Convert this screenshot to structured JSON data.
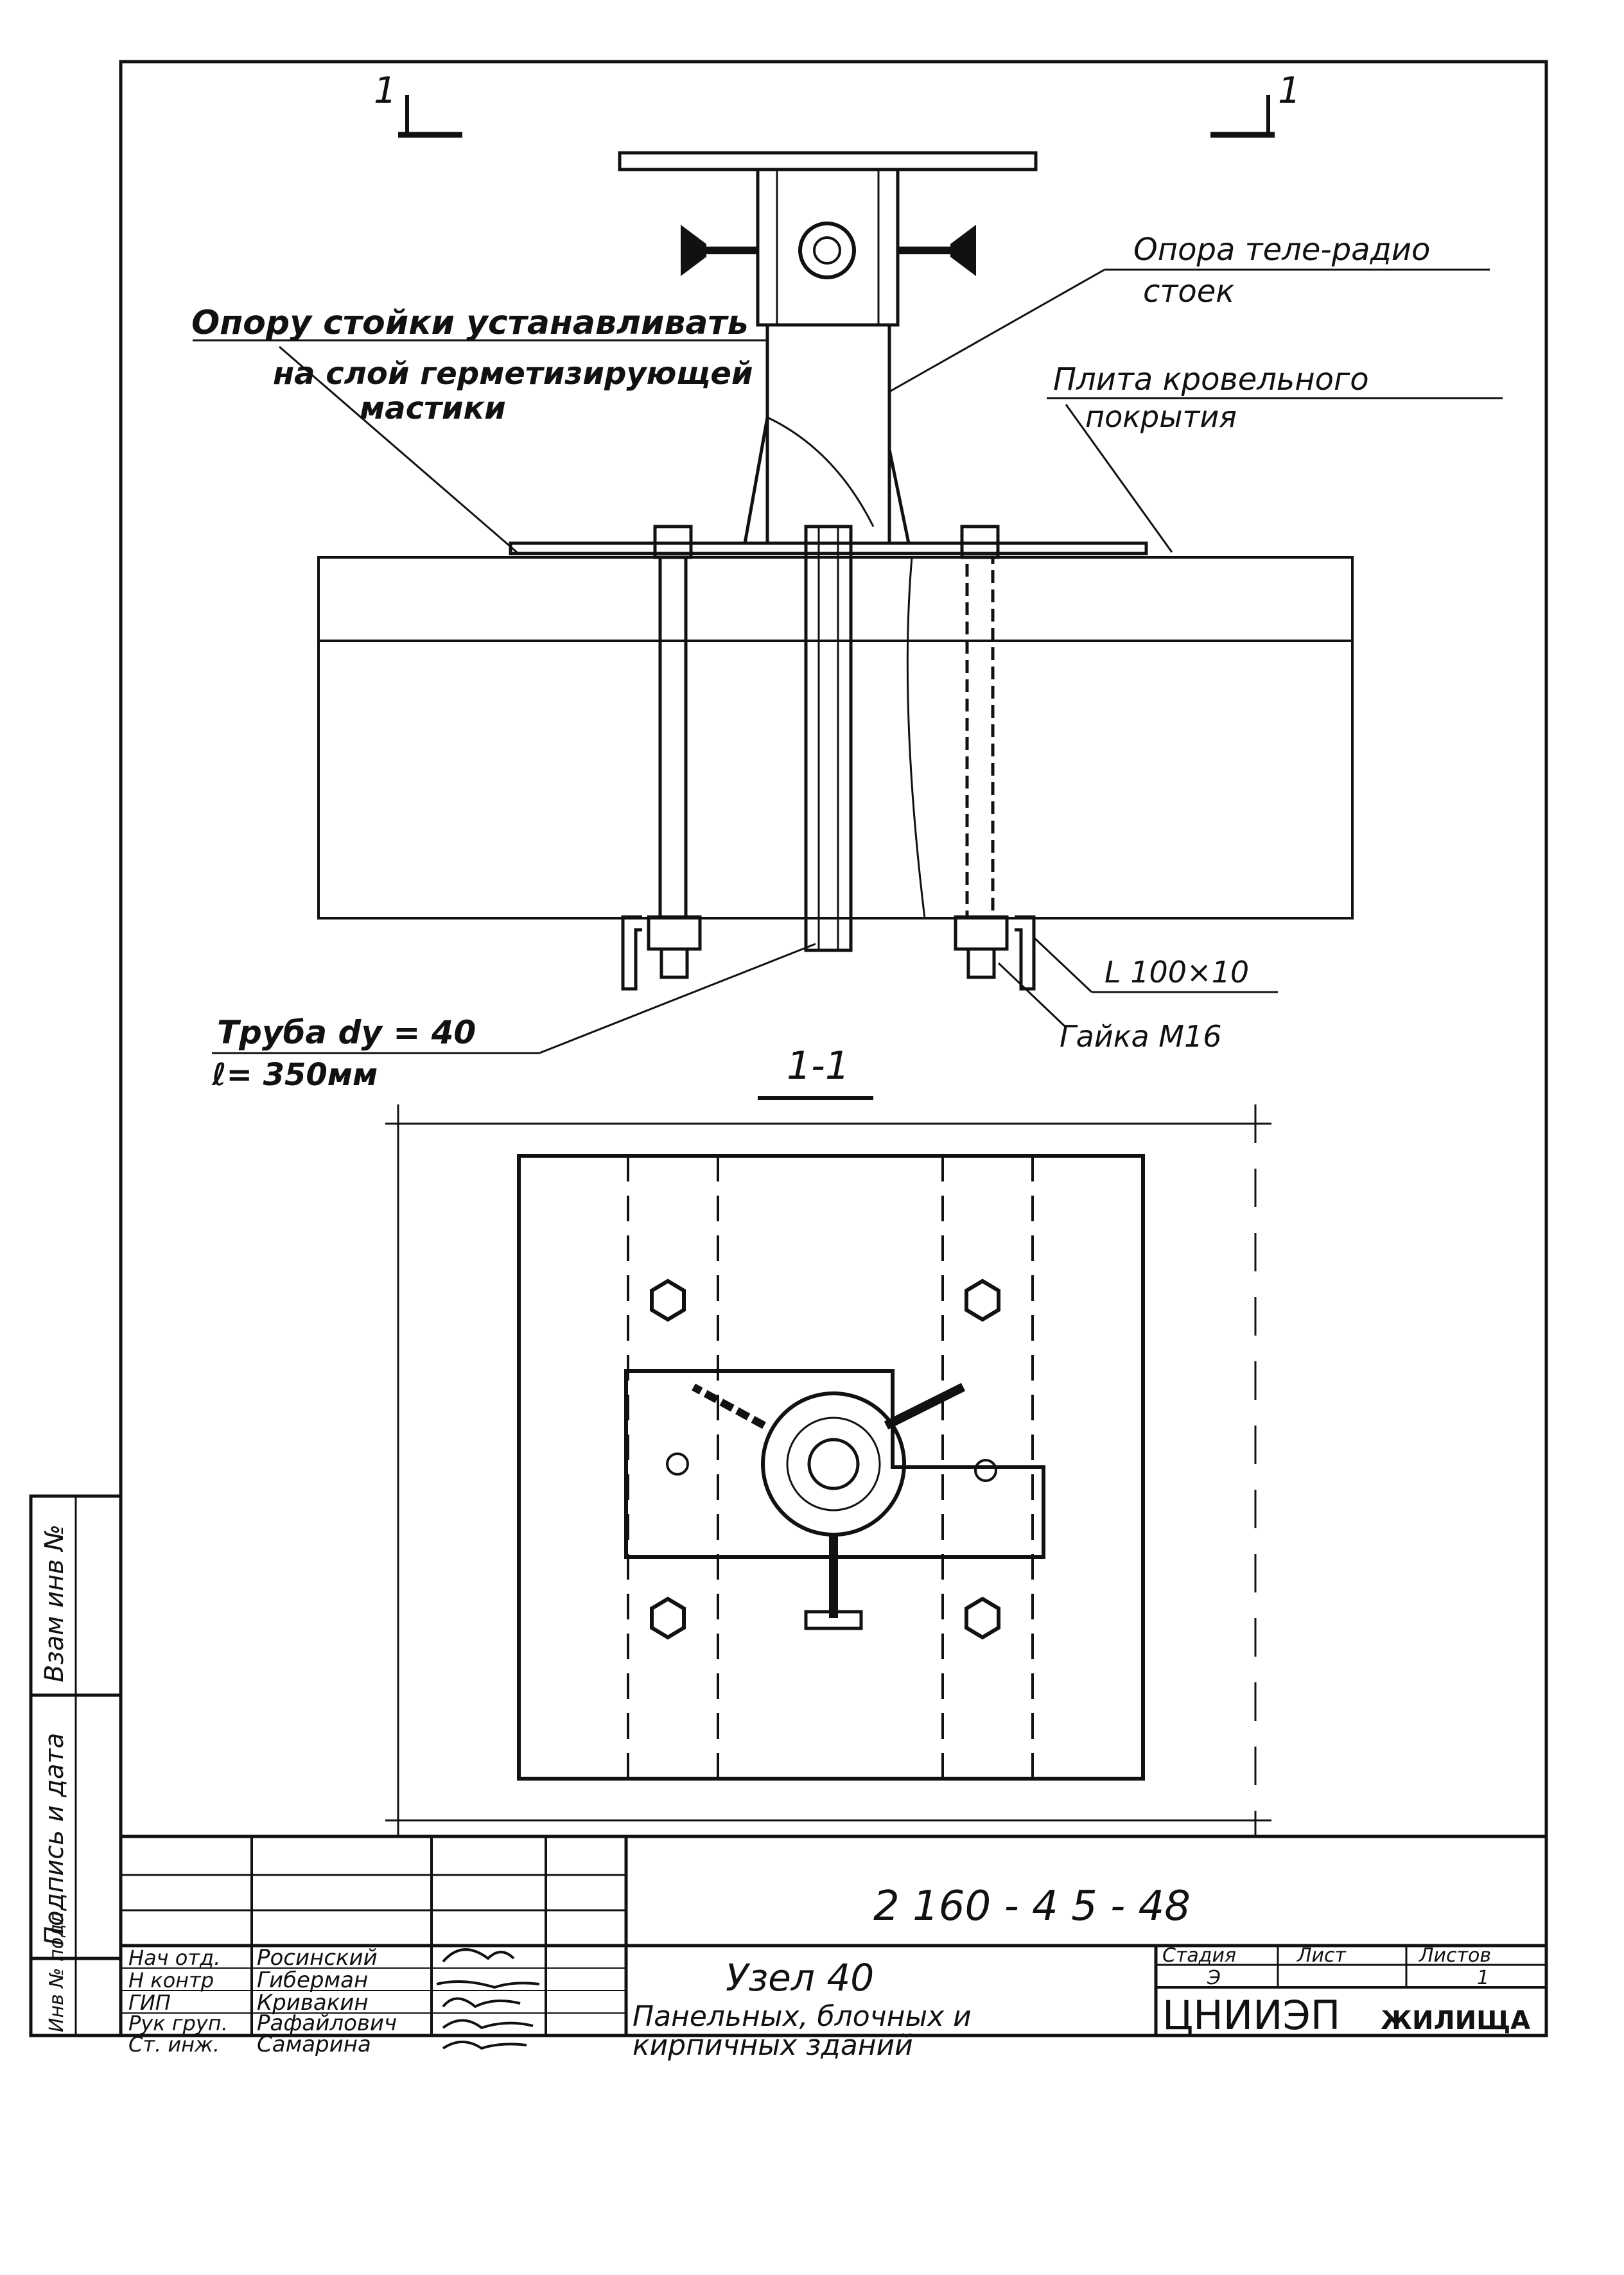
{
  "drawing": {
    "section_marks": [
      "1",
      "1"
    ],
    "labels": {
      "support_tv_radio_line1": "Опора теле-радио",
      "support_tv_radio_line2": "стоек",
      "install_note_line1": "Опору стойки устанавливать",
      "install_note_line2": "на слой герметизирующей",
      "install_note_line3": "мастики",
      "roof_slab_line1": "Плита кровельного",
      "roof_slab_line2": "покрытия",
      "angle": "L 100×10",
      "nut": "Гайка М16",
      "pipe_line1": "Труба dy = 40",
      "pipe_line2": "ℓ= 350мм",
      "section_title": "1-1"
    }
  },
  "side_stamp": {
    "cells": [
      "Взам инв №",
      "Подпись и дата",
      "Инв № подл"
    ]
  },
  "title_block": {
    "doc_code": "2 160 - 4 5 - 48",
    "roles": [
      "Нач отд.",
      "Н контр",
      "ГИП",
      "Рук груп.",
      "Ст. инж."
    ],
    "names": [
      "Росинский",
      "Гиберман",
      "Кривакин",
      "Рафайлович",
      "Самарина"
    ],
    "node_title": "Узел 40",
    "description_line1": "Панельных, блочных и",
    "description_line2": "кирпичных зданий",
    "col_stage": "Стадия",
    "col_sheet": "Лист",
    "col_sheets": "Листов",
    "val_stage": "Э",
    "val_sheet": "",
    "val_sheets": "1",
    "org_main": "ЦНИИЭП",
    "org_sub": "ЖИЛИЩА"
  }
}
